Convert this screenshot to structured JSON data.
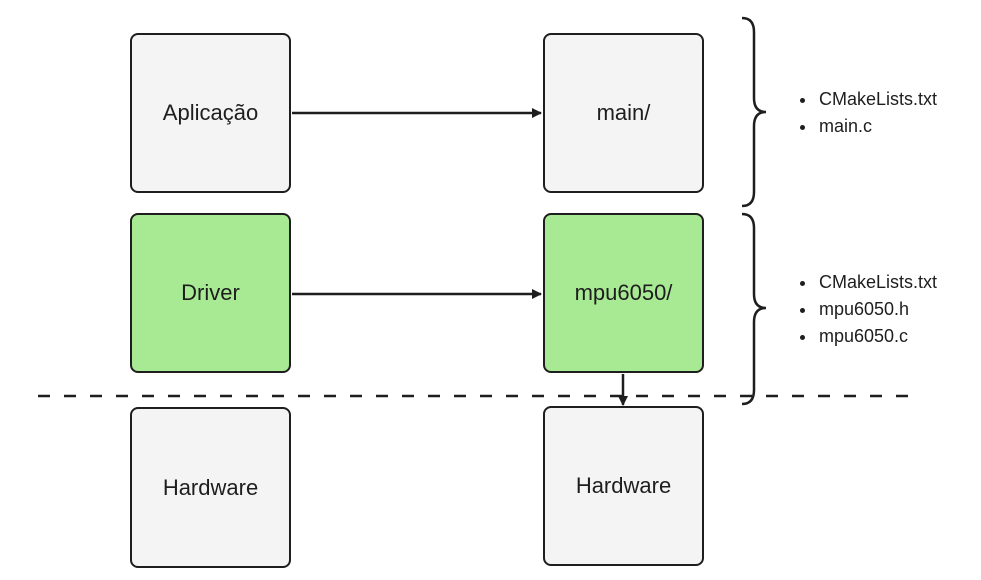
{
  "left_column": [
    {
      "label": "Aplicação",
      "color": "#f4f4f4"
    },
    {
      "label": "Driver",
      "color": "#a8ea94"
    },
    {
      "label": "Hardware",
      "color": "#f4f4f4"
    }
  ],
  "right_column": [
    {
      "label": "main/",
      "color": "#f4f4f4"
    },
    {
      "label": "mpu6050/",
      "color": "#a8ea94"
    },
    {
      "label": "Hardware",
      "color": "#f4f4f4"
    }
  ],
  "main_files": [
    "CMakeLists.txt",
    "main.c"
  ],
  "mpu6050_files": [
    "CMakeLists.txt",
    "mpu6050.h",
    "mpu6050.c"
  ],
  "colors": {
    "stroke": "#1e1e1e",
    "highlight": "#a8ea94",
    "neutral": "#f4f4f4"
  }
}
